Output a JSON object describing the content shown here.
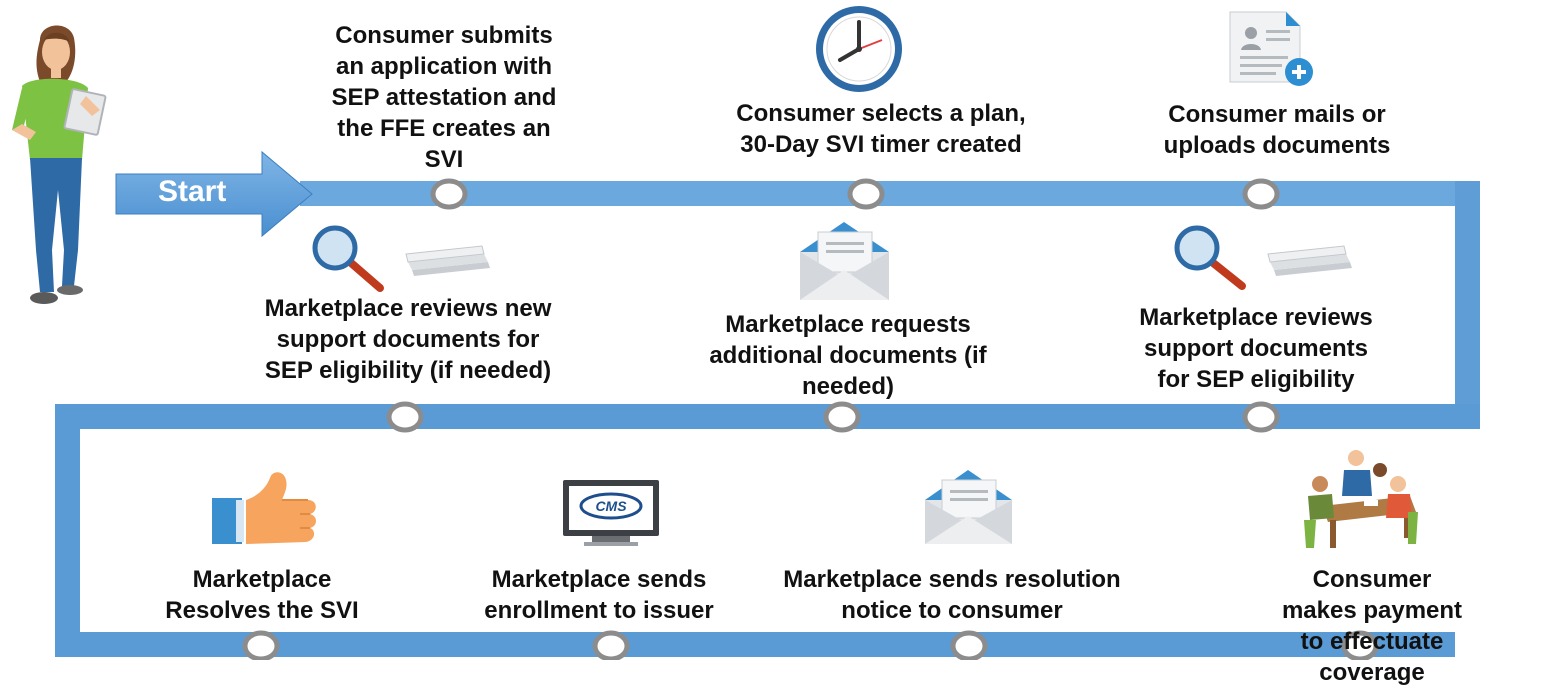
{
  "start_label": "Start",
  "colors": {
    "track": "#5b9bd5",
    "track_dark": "#4a86c5",
    "milestone_ring": "#8c8c8c",
    "text": "#111111"
  },
  "steps": [
    {
      "text": "Consumer submits\nan application with\nSEP attestation and\nthe FFE creates an\nSVI",
      "icon": "person-with-clipboard"
    },
    {
      "text": "Consumer selects a plan,\n30-Day SVI timer created",
      "icon": "clock-icon"
    },
    {
      "text": "Consumer mails or\nuploads documents",
      "icon": "document-add-icon"
    },
    {
      "text": "Marketplace reviews new\nsupport documents for\nSEP eligibility (if needed)",
      "icon": "magnifier-and-papers-icon"
    },
    {
      "text": "Marketplace requests\nadditional documents (if\nneeded)",
      "icon": "envelope-icon"
    },
    {
      "text": "Marketplace reviews\nsupport documents\nfor SEP eligibility",
      "icon": "magnifier-and-papers-icon"
    },
    {
      "text": "Marketplace\nResolves the SVI",
      "icon": "thumbs-up-icon"
    },
    {
      "text": "Marketplace sends\nenrollment to issuer",
      "icon": "cms-monitor-icon"
    },
    {
      "text": "Marketplace sends resolution\nnotice to consumer",
      "icon": "envelope-icon"
    },
    {
      "text": "Consumer makes payment\nto effectuate coverage",
      "icon": "meeting-table-icon"
    }
  ],
  "monitor_logo_text": "CMS"
}
